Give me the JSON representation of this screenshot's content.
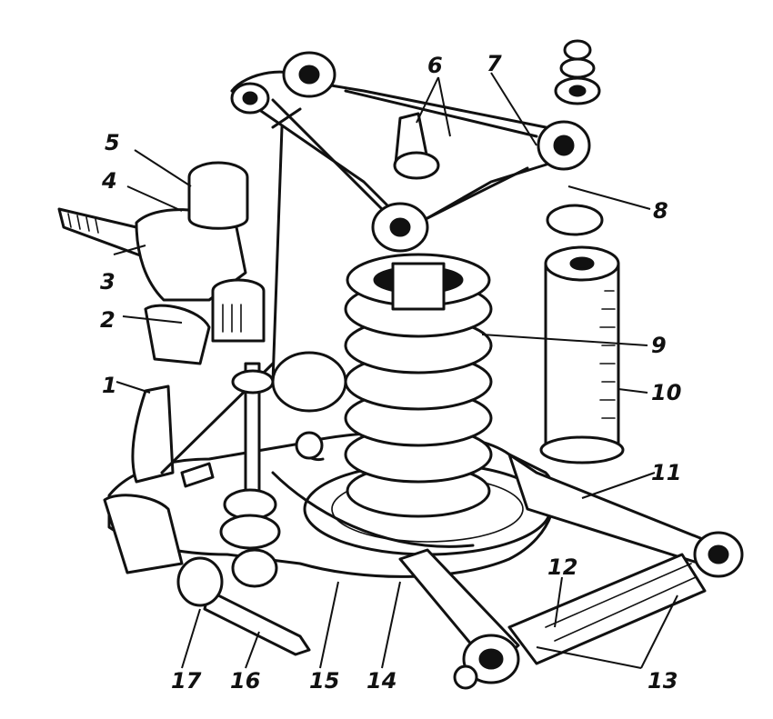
{
  "labels": [
    {
      "id": "1",
      "text": "1"
    },
    {
      "id": "2",
      "text": "2"
    },
    {
      "id": "3",
      "text": "3"
    },
    {
      "id": "4",
      "text": "4"
    },
    {
      "id": "5",
      "text": "5"
    },
    {
      "id": "6",
      "text": "6"
    },
    {
      "id": "7",
      "text": "7"
    },
    {
      "id": "8",
      "text": "8"
    },
    {
      "id": "9",
      "text": "9"
    },
    {
      "id": "10",
      "text": "10"
    },
    {
      "id": "11",
      "text": "11"
    },
    {
      "id": "12",
      "text": "12"
    },
    {
      "id": "13",
      "text": "13"
    },
    {
      "id": "14",
      "text": "14"
    },
    {
      "id": "15",
      "text": "15"
    },
    {
      "id": "16",
      "text": "16"
    },
    {
      "id": "17",
      "text": "17"
    }
  ],
  "colors": {
    "ink": "#111111",
    "paper": "#ffffff"
  }
}
